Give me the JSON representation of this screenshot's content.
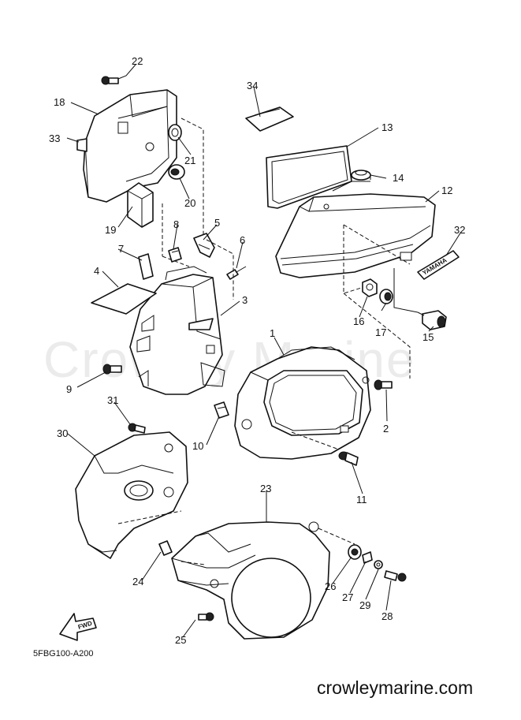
{
  "watermark": "Crowley Marine",
  "diagram_code": "5FBG100-A200",
  "site": "crowleymarine.com",
  "fwd_label": "FWD",
  "decal_text": "YAMAHA",
  "callouts": {
    "c1": "1",
    "c2": "2",
    "c3": "3",
    "c4": "4",
    "c5": "5",
    "c6": "6",
    "c7": "7",
    "c8": "8",
    "c9": "9",
    "c10": "10",
    "c11": "11",
    "c12": "12",
    "c13": "13",
    "c14": "14",
    "c15": "15",
    "c16": "16",
    "c17": "17",
    "c18": "18",
    "c19": "19",
    "c20": "20",
    "c21": "21",
    "c22": "22",
    "c23": "23",
    "c24": "24",
    "c25": "25",
    "c26": "26",
    "c27": "27",
    "c28": "28",
    "c29": "29",
    "c30": "30",
    "c31": "31",
    "c32": "32",
    "c33": "33",
    "c34": "34"
  }
}
